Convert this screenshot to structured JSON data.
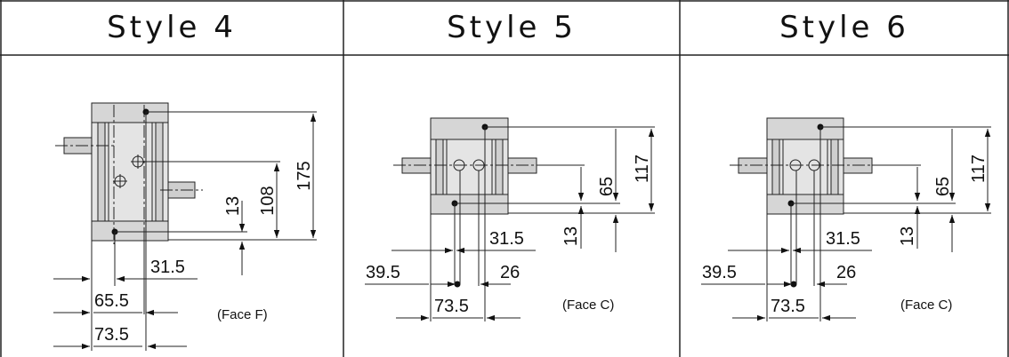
{
  "headers": [
    "Style 4",
    "Style 5",
    "Style 6"
  ],
  "style4": {
    "dims": {
      "d175": "175",
      "d108": "108",
      "d13": "13",
      "d31_5": "31.5",
      "d65_5": "65.5",
      "d73_5": "73.5"
    },
    "face": "(Face F)"
  },
  "style5": {
    "dims": {
      "d117": "117",
      "d65": "65",
      "d13": "13",
      "d31_5": "31.5",
      "d39_5": "39.5",
      "d26": "26",
      "d73_5": "73.5"
    },
    "face": "(Face C)"
  },
  "style6": {
    "dims": {
      "d117": "117",
      "d65": "65",
      "d13": "13",
      "d31_5": "31.5",
      "d39_5": "39.5",
      "d26": "26",
      "d73_5": "73.5"
    },
    "face": "(Face C)"
  }
}
